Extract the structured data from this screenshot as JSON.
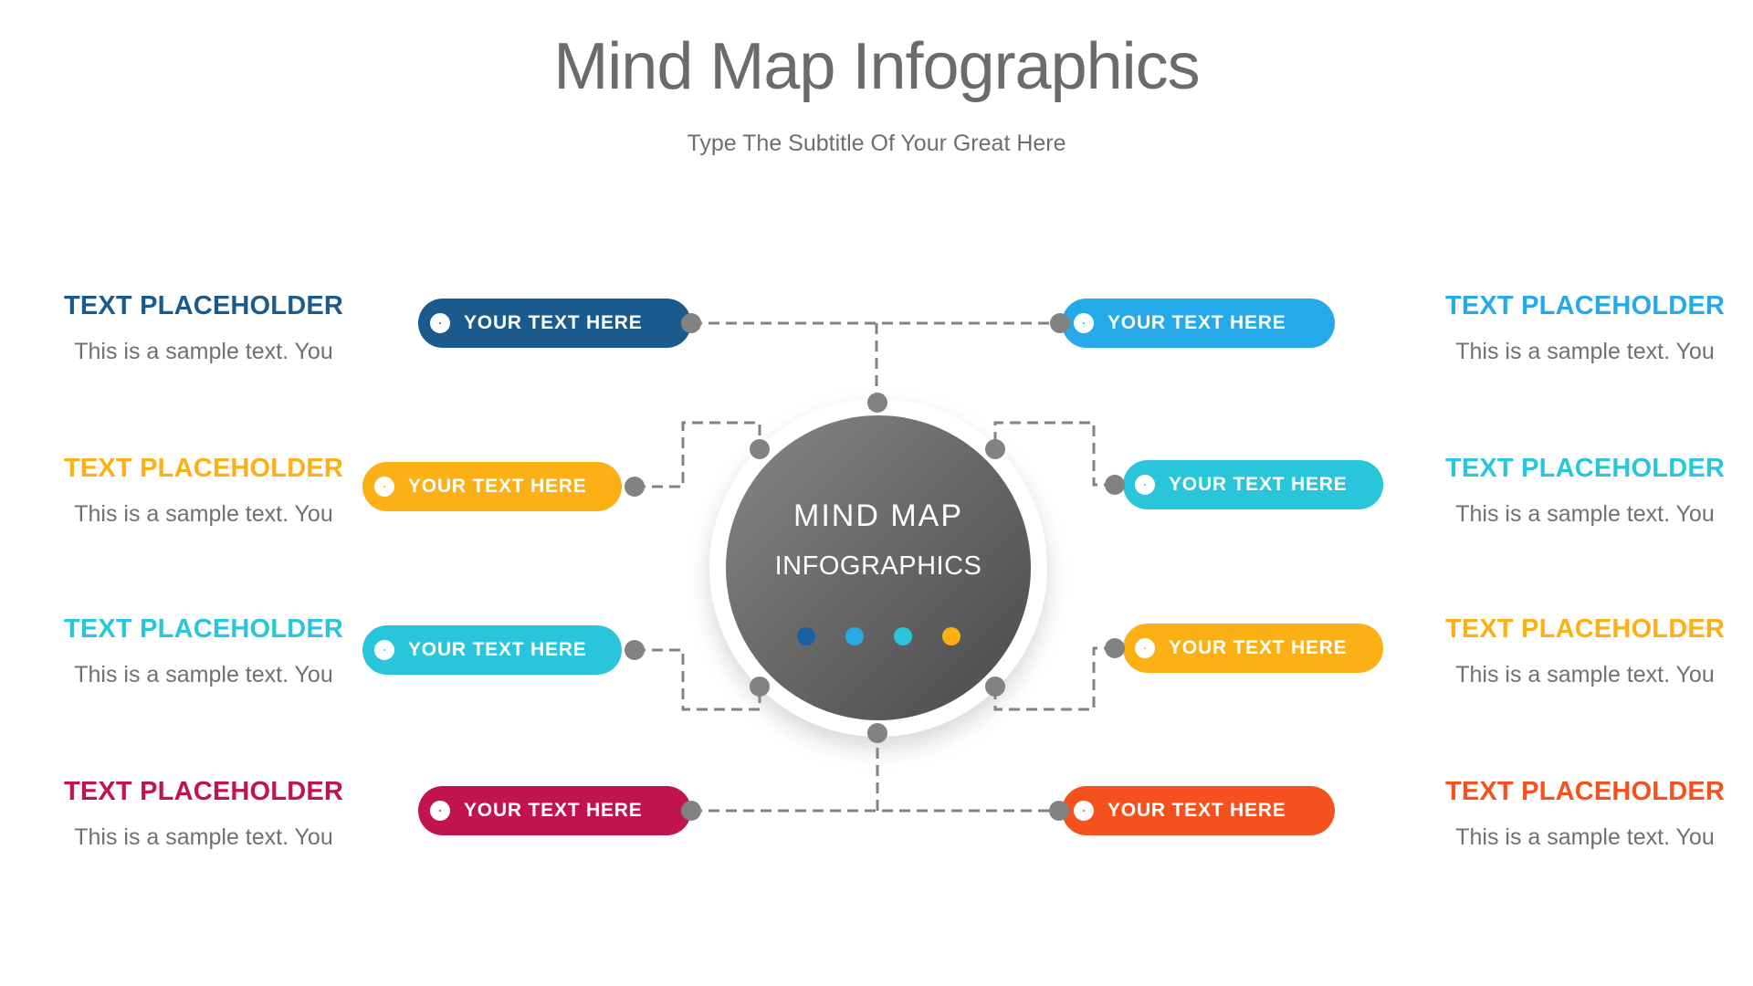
{
  "slide": {
    "title": "Mind Map Infographics",
    "subtitle": "Type The Subtitle Of Your Great Here"
  },
  "center": {
    "line1": "MIND MAP",
    "line2": "INFOGRAPHICS",
    "dots": [
      "#16619e",
      "#29abe2",
      "#29c5db",
      "#fbb016"
    ]
  },
  "colors": {
    "connector_gray": "#828282",
    "title_text": "#6b6b6b",
    "subtitle_text": "#6e6e6e",
    "body_text": "#707070",
    "circle_gradient_start": "#878787",
    "circle_gradient_end": "#4a4a4a"
  },
  "icons": {
    "pill_icon": "ring-icon"
  },
  "branches": {
    "left": [
      {
        "heading": "TEXT PLACEHOLDER",
        "body": "This is a sample text. You",
        "pill_label": "YOUR TEXT HERE",
        "color": "#1a5a8c"
      },
      {
        "heading": "TEXT PLACEHOLDER",
        "body": "This is a sample text. You",
        "pill_label": "YOUR TEXT HERE",
        "color": "#fbb016"
      },
      {
        "heading": "TEXT PLACEHOLDER",
        "body": "This is a sample text. You",
        "pill_label": "YOUR TEXT HERE",
        "color": "#29c5db"
      },
      {
        "heading": "TEXT PLACEHOLDER",
        "body": "This is a sample text. You",
        "pill_label": "YOUR TEXT HERE",
        "color": "#c0134f"
      }
    ],
    "right": [
      {
        "heading": "TEXT PLACEHOLDER",
        "body": "This is a sample text. You",
        "pill_label": "YOUR TEXT HERE",
        "color": "#25a9e8"
      },
      {
        "heading": "TEXT PLACEHOLDER",
        "body": "This is a sample text. You",
        "pill_label": "YOUR TEXT HERE",
        "color": "#29c5db"
      },
      {
        "heading": "TEXT PLACEHOLDER",
        "body": "This is a sample text. You",
        "pill_label": "YOUR TEXT HERE",
        "color": "#fbb016"
      },
      {
        "heading": "TEXT PLACEHOLDER",
        "body": "This is a sample text. You",
        "pill_label": "YOUR TEXT HERE",
        "color": "#f4511e"
      }
    ]
  }
}
